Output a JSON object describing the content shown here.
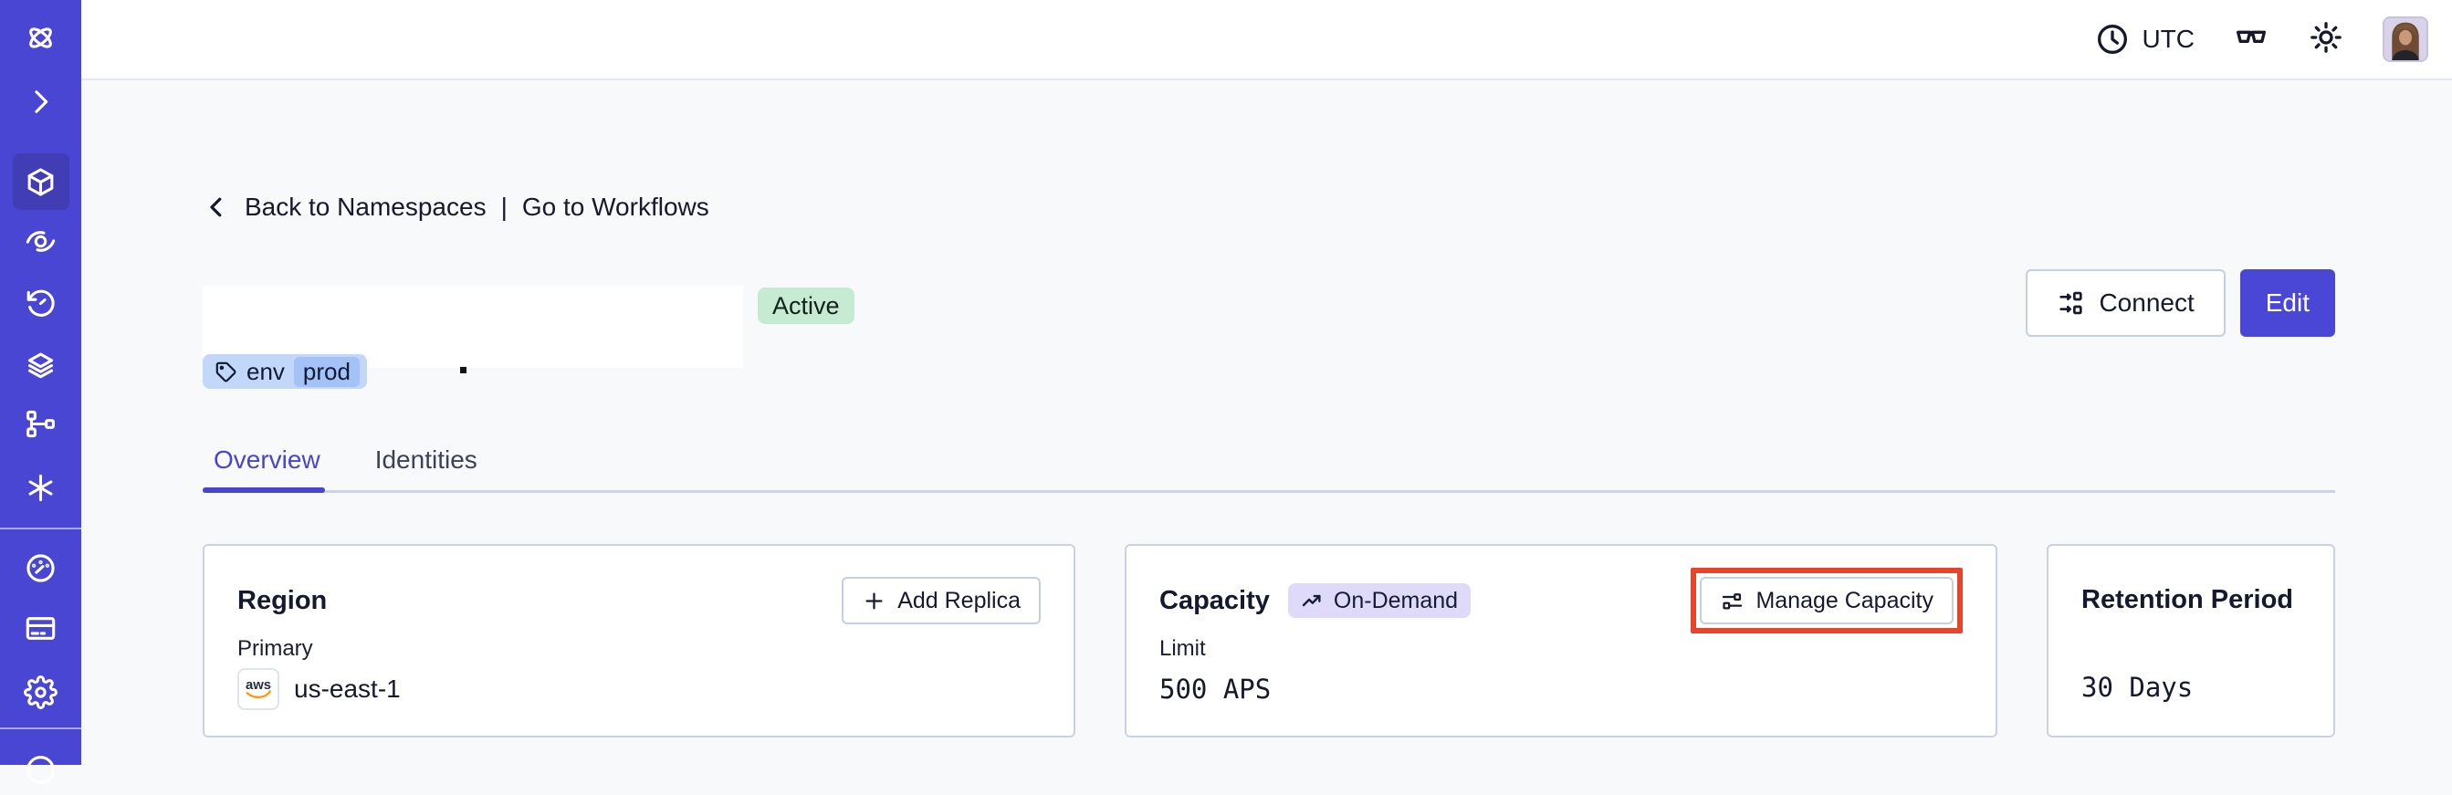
{
  "topbar": {
    "timezone": "UTC"
  },
  "sidebar": {
    "items": [
      "temporal-logo",
      "expand",
      "namespaces",
      "insights",
      "schedules",
      "batch-operations",
      "deployments",
      "nexus",
      "usage",
      "billing",
      "settings",
      "profile"
    ]
  },
  "breadcrumb": {
    "back": "Back to Namespaces",
    "divider": "|",
    "forward": "Go to Workflows"
  },
  "namespace": {
    "status": "Active",
    "tag": {
      "key": "env",
      "value": "prod"
    }
  },
  "actions": {
    "connect": "Connect",
    "edit": "Edit"
  },
  "tabs": [
    {
      "label": "Overview",
      "active": true
    },
    {
      "label": "Identities",
      "active": false
    }
  ],
  "cards": {
    "region": {
      "title": "Region",
      "add_replica": "Add Replica",
      "label": "Primary",
      "provider": "aws",
      "value": "us-east-1"
    },
    "capacity": {
      "title": "Capacity",
      "badge": "On-Demand",
      "manage": "Manage Capacity",
      "label": "Limit",
      "value": "500 APS"
    },
    "retention": {
      "title": "Retention Period",
      "value": "30 Days"
    }
  },
  "colors": {
    "sidebar": "#4946D4",
    "sidebar_active": "#403DB5",
    "accent": "#4A47D6",
    "active_badge_bg": "#C7EBD2",
    "tag_bg": "#C3D7FB",
    "tag_chip_bg": "#A4C1F8",
    "ondemand_bg": "#DFD9FA",
    "highlight": "#E8432B",
    "aws_orange": "#FF9900",
    "page_bg": "#F8F9FB",
    "card_border": "#C9D2E3"
  }
}
